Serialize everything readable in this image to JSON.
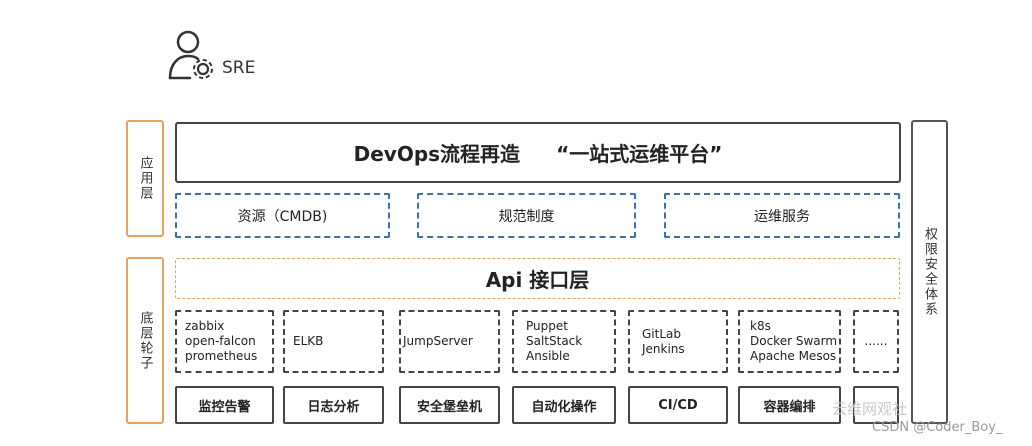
{
  "header": {
    "role_label": "SRE",
    "role_icon": "user-gear-icon"
  },
  "side": {
    "app_layer": "应用层",
    "base_layer": "底层轮子",
    "security": "权限安全体系"
  },
  "platform_title": {
    "left": "DevOps流程再造",
    "right": "“一站式运维平台”"
  },
  "app_modules": [
    "资源（CMDB)",
    "规范制度",
    "运维服务"
  ],
  "api_layer": "Api 接口层",
  "tools": [
    [
      "zabbix",
      "open-falcon",
      "prometheus"
    ],
    [
      "ELKB"
    ],
    [
      "JumpServer"
    ],
    [
      "Puppet",
      "SaltStack",
      "Ansible"
    ],
    [
      "GitLab",
      "Jenkins"
    ],
    [
      "k8s",
      "Docker Swarm",
      "Apache Mesos"
    ],
    [
      "......"
    ]
  ],
  "categories": [
    "监控告警",
    "日志分析",
    "安全堡垒机",
    "自动化操作",
    "CI/CD",
    "容器编排",
    ""
  ],
  "watermark": {
    "brand": "云维网观社",
    "credit": "CSDN @Coder_Boy_"
  },
  "colors": {
    "accent_orange": "#e8a25f",
    "dash_blue": "#3f6fa6",
    "border_dark": "#444444"
  }
}
